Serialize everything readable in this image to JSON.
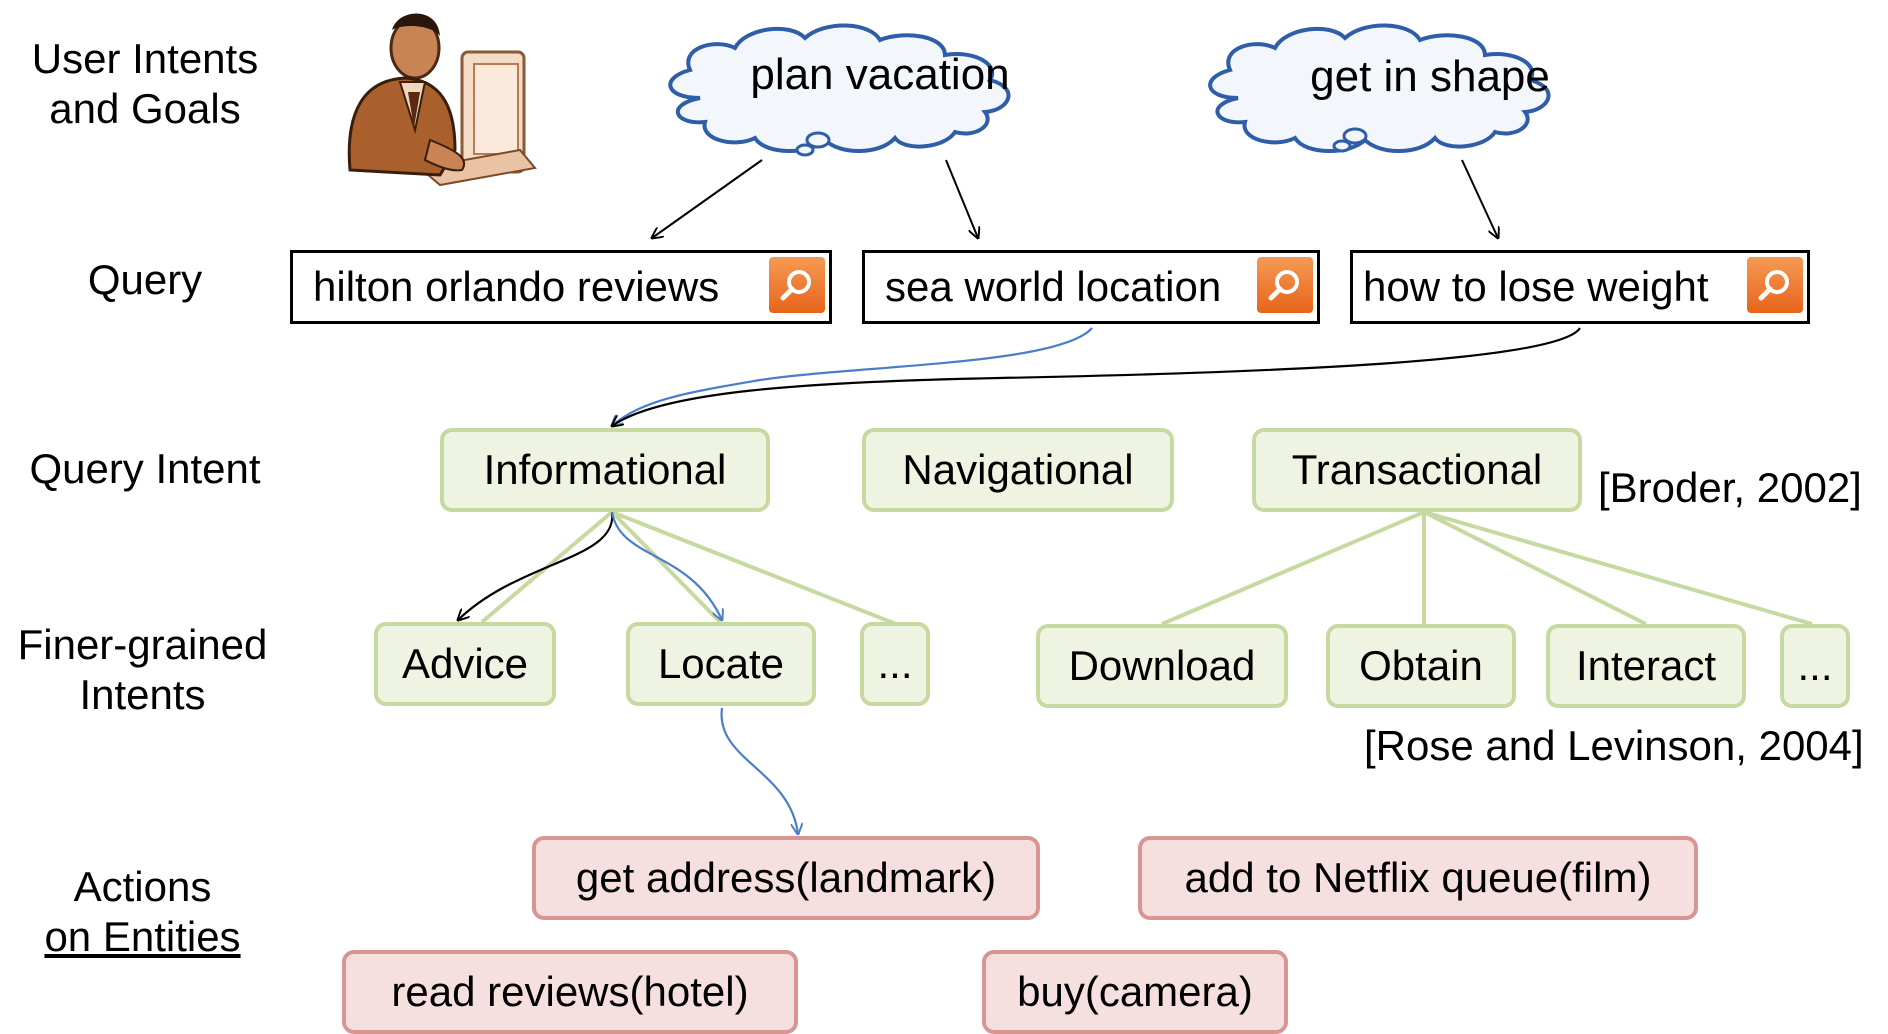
{
  "row_labels": {
    "goals_line1": "User Intents",
    "goals_line2": "and Goals",
    "query": "Query",
    "query_intent": "Query Intent",
    "finer_line1": "Finer-grained",
    "finer_line2": "Intents",
    "actions_line1": "Actions",
    "actions_line2": "on Entities"
  },
  "goals": [
    "plan vacation",
    "get in shape"
  ],
  "queries": [
    "hilton orlando reviews",
    "sea world location",
    "how to lose weight"
  ],
  "query_intents": [
    "Informational",
    "Navigational",
    "Transactional"
  ],
  "finer_intents": {
    "informational": [
      "Advice",
      "Locate",
      "..."
    ],
    "transactional": [
      "Download",
      "Obtain",
      "Interact",
      "..."
    ]
  },
  "citations": {
    "broder": "[Broder, 2002]",
    "rose": "[Rose and Levinson, 2004]"
  },
  "actions": [
    "get address(landmark)",
    "add to Netflix queue(film)",
    "read reviews(hotel)",
    "buy(camera)"
  ],
  "colors": {
    "intent_border": "#c6d9a0",
    "intent_fill": "#eef3e2",
    "action_border": "#d99593",
    "action_fill": "#f6e0df",
    "cloud_border": "#2f5ea8",
    "cloud_fill": "#f3f6fb",
    "blue_arrow": "#4a7ec9",
    "search_button": "#e8641b"
  },
  "icons": {
    "user_clipart": "person-at-computer-icon",
    "search": "magnifier-icon"
  }
}
